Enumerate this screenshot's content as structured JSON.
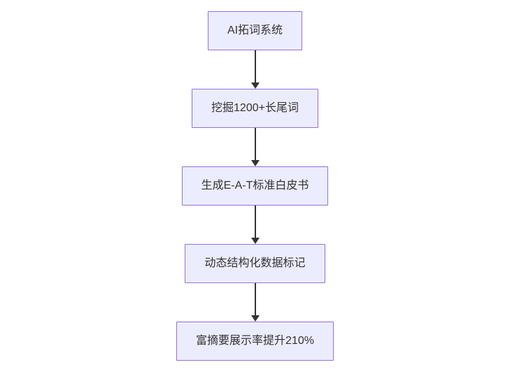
{
  "diagram": {
    "type": "flowchart",
    "direction": "top-down",
    "colors": {
      "node_fill": "#ECECFF",
      "node_border": "#9370DB",
      "arrow": "#333333",
      "text": "#333333",
      "background": "#FFFFFF"
    },
    "nodes": [
      {
        "label": "AI拓词系统"
      },
      {
        "label": "挖掘1200+长尾词"
      },
      {
        "label": "生成E-A-T标准白皮书"
      },
      {
        "label": "动态结构化数据标记"
      },
      {
        "label": "富摘要展示率提升210%"
      }
    ],
    "edges": [
      {
        "from": 0,
        "to": 1
      },
      {
        "from": 1,
        "to": 2
      },
      {
        "from": 2,
        "to": 3
      },
      {
        "from": 3,
        "to": 4
      }
    ]
  }
}
